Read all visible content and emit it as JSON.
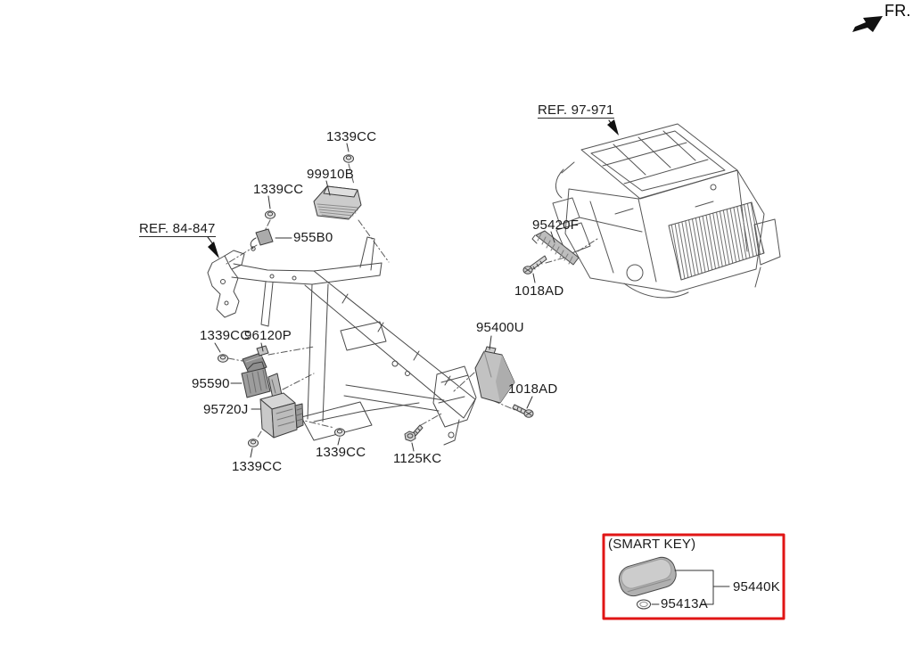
{
  "header": {
    "orientation_label": "FR."
  },
  "diagram": {
    "references": [
      {
        "label": "REF. 84-847"
      },
      {
        "label": "REF. 97-971"
      }
    ],
    "part_labels": [
      {
        "id": "1339CC-top",
        "text": "1339CC"
      },
      {
        "id": "99910B",
        "text": "99910B"
      },
      {
        "id": "1339CC-upper-left",
        "text": "1339CC"
      },
      {
        "id": "955B0",
        "text": "955B0"
      },
      {
        "id": "95420F",
        "text": "95420F"
      },
      {
        "id": "1018AD-hvac",
        "text": "1018AD"
      },
      {
        "id": "95400U",
        "text": "95400U"
      },
      {
        "id": "1339CC-mid",
        "text": "1339CC"
      },
      {
        "id": "96120P",
        "text": "96120P"
      },
      {
        "id": "95590",
        "text": "95590"
      },
      {
        "id": "95720J",
        "text": "95720J"
      },
      {
        "id": "1018AD-ecu",
        "text": "1018AD"
      },
      {
        "id": "1339CC-bottom-left",
        "text": "1339CC"
      },
      {
        "id": "1339CC-bottom-mid",
        "text": "1339CC"
      },
      {
        "id": "1125KC",
        "text": "1125KC"
      }
    ],
    "smart_key_box": {
      "title": "(SMART KEY)",
      "key_part": "95440K",
      "battery_part": "95413A"
    },
    "colors": {
      "highlight_box": "#e01515",
      "line": "#4a4a4a",
      "module_fill": "#c6c6c6"
    }
  }
}
